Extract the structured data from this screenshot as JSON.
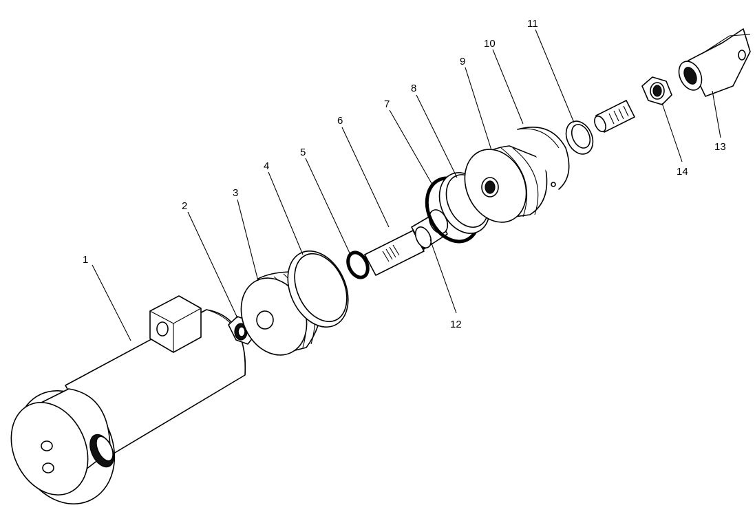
{
  "diagram": {
    "type": "exploded-assembly",
    "callouts": [
      {
        "id": "1",
        "label": "1"
      },
      {
        "id": "2",
        "label": "2"
      },
      {
        "id": "3",
        "label": "3"
      },
      {
        "id": "4",
        "label": "4"
      },
      {
        "id": "5",
        "label": "5"
      },
      {
        "id": "6",
        "label": "6"
      },
      {
        "id": "7",
        "label": "7"
      },
      {
        "id": "8",
        "label": "8"
      },
      {
        "id": "9",
        "label": "9"
      },
      {
        "id": "10",
        "label": "10"
      },
      {
        "id": "11",
        "label": "11"
      },
      {
        "id": "12",
        "label": "12"
      },
      {
        "id": "13",
        "label": "13"
      },
      {
        "id": "14",
        "label": "14"
      }
    ]
  },
  "colors": {
    "line": "#000000",
    "background": "#ffffff"
  }
}
